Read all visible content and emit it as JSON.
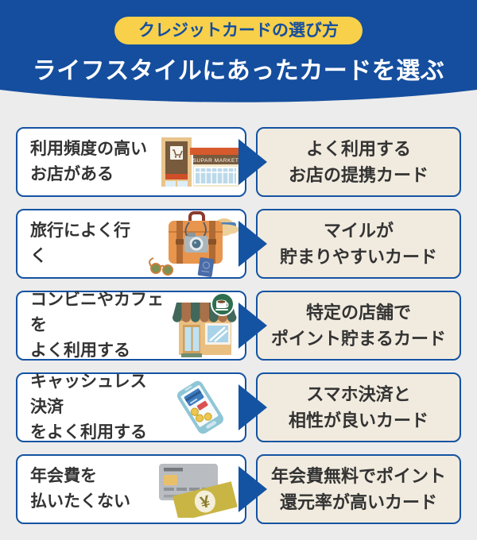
{
  "header": {
    "badge_label": "クレジットカードの選び方",
    "title": "ライフスタイルにあったカードを選ぶ"
  },
  "colors": {
    "brand_blue": "#154e9e",
    "badge_yellow": "#f8d04a",
    "page_gray": "#ececec",
    "card_white": "#ffffff",
    "card_cream": "#f1ebdf",
    "border_blue": "#1453a2",
    "text_dark": "#333333"
  },
  "rows": [
    {
      "illustration": "supermarket-icon",
      "condition_lines": [
        "利用頻度の高い",
        "お店がある"
      ],
      "result_lines": [
        "よく利用する",
        "お店の提携カード"
      ],
      "sign_text": "SUPAR MARKET"
    },
    {
      "illustration": "travel-icon",
      "condition_lines": [
        "旅行によく行く",
        ""
      ],
      "result_lines": [
        "マイルが",
        "貯まりやすいカード"
      ]
    },
    {
      "illustration": "cafe-icon",
      "condition_lines": [
        "コンビニやカフェを",
        "よく利用する"
      ],
      "result_lines": [
        "特定の店舗で",
        "ポイント貯まるカード"
      ]
    },
    {
      "illustration": "smartphone-icon",
      "condition_lines": [
        "キャッシュレス決済",
        "をよく利用する"
      ],
      "result_lines": [
        "スマホ決済と",
        "相性が良いカード"
      ]
    },
    {
      "illustration": "creditcard-icon",
      "condition_lines": [
        "年会費を",
        "払いたくない"
      ],
      "result_lines": [
        "年会費無料でポイント",
        "還元率が高いカード"
      ]
    }
  ]
}
